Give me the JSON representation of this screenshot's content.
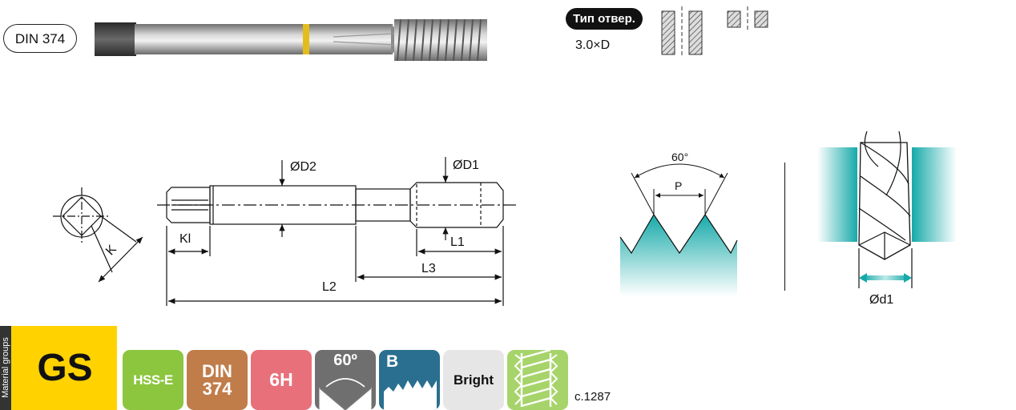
{
  "header": {
    "standard_label": "DIN 374",
    "hole_type_label": "Тип отвер.",
    "hole_depth_ratio": "3.0×D"
  },
  "tap_drawing": {
    "labels": {
      "d2": "ØD2",
      "d1": "ØD1",
      "kl": "Kl",
      "k": "K",
      "l1": "L1",
      "l2": "L2",
      "l3": "L3"
    }
  },
  "thread_profile": {
    "angle_label": "60°",
    "pitch_label": "P"
  },
  "drill_section": {
    "diameter_label": "Ød1"
  },
  "footer": {
    "material_groups_label": "Material groups",
    "material_group_code": "GS",
    "material": "HSS-E",
    "standard_line1": "DIN",
    "standard_line2": "374",
    "tolerance": "6H",
    "thread_angle": "60º",
    "chamfer_form": "B",
    "coating": "Bright",
    "page_reference": "c.1287"
  },
  "colors": {
    "material_group_bg": "#ffd200",
    "hss_bg": "#8cc63f",
    "din_bg": "#c07d4a",
    "tolerance_bg": "#e8707b",
    "angle_bg": "#6f6f6f",
    "chamfer_bg": "#2a6f8f",
    "coating_bg": "#e6e6e6",
    "groove_bg": "#a6d46a",
    "cyan_accent": "#17a9a9",
    "yellow_ring": "#e4bd1c"
  }
}
